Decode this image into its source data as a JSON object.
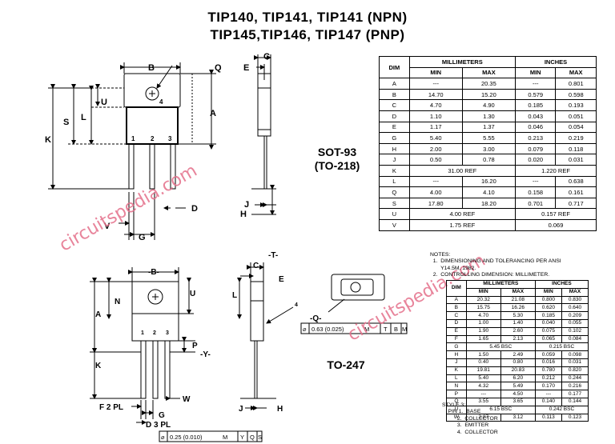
{
  "title_line1": "TIP140, TIP141, TIP141 (NPN)",
  "title_line2": "TIP145,TIP146, TIP147 (PNP)",
  "package1": {
    "name": "SOT-93",
    "alt": "(TO-218)"
  },
  "package2": {
    "name": "TO-247"
  },
  "watermark": "circuitspedia.com",
  "top_drawing_labels": {
    "B": "B",
    "Q": "Q",
    "U": "U",
    "L": "L",
    "S": "S",
    "K": "K",
    "A": "A",
    "V": "V",
    "G": "G",
    "D": "D",
    "C": "C",
    "E": "E",
    "J": "J",
    "H": "H",
    "pin1": "1",
    "pin2": "2",
    "pin3": "3",
    "tab": "4"
  },
  "bottom_drawing_labels": {
    "B": "-B-",
    "N": "N",
    "A": "A",
    "K": "K",
    "U": "U",
    "P": "P",
    "Y": "-Y-",
    "W": "W",
    "F": "F 2 PL",
    "G": "G",
    "D": "D 3 PL",
    "T": "-T-",
    "C": "C",
    "E": "E",
    "L": "L",
    "H": "H",
    "J": "J",
    "Q": "-Q-",
    "pin1": "1",
    "pin2": "2",
    "pin3": "3",
    "tab": "4"
  },
  "tolerance1": {
    "diam": "⌀",
    "value": "0.63 (0.025)",
    "mod": "M",
    "d1": "T",
    "d2": "B",
    "d3": "M"
  },
  "tolerance2": {
    "diam": "⌀",
    "value": "0.25 (0.010)",
    "mod": "M",
    "d1": "Y",
    "d2": "Q",
    "d3": "S"
  },
  "table1": {
    "h_dim": "DIM",
    "h_mm": "MILLIMETERS",
    "h_in": "INCHES",
    "h_min": "MIN",
    "h_max": "MAX",
    "rows": [
      [
        "A",
        "---",
        "20.35",
        "---",
        "0.801"
      ],
      [
        "B",
        "14.70",
        "15.20",
        "0.579",
        "0.598"
      ],
      [
        "C",
        "4.70",
        "4.90",
        "0.185",
        "0.193"
      ],
      [
        "D",
        "1.10",
        "1.30",
        "0.043",
        "0.051"
      ],
      [
        "E",
        "1.17",
        "1.37",
        "0.046",
        "0.054"
      ],
      [
        "G",
        "5.40",
        "5.55",
        "0.213",
        "0.219"
      ],
      [
        "H",
        "2.00",
        "3.00",
        "0.079",
        "0.118"
      ],
      [
        "J",
        "0.50",
        "0.78",
        "0.020",
        "0.031"
      ],
      [
        "K",
        "31.00 REF",
        "",
        "1.220 REF",
        ""
      ],
      [
        "L",
        "---",
        "16.20",
        "---",
        "0.638"
      ],
      [
        "Q",
        "4.00",
        "4.10",
        "0.158",
        "0.161"
      ],
      [
        "S",
        "17.80",
        "18.20",
        "0.701",
        "0.717"
      ],
      [
        "U",
        "4.00 REF",
        "",
        "0.157 REF",
        ""
      ],
      [
        "V",
        "1.75 REF",
        "",
        "0.069",
        ""
      ]
    ]
  },
  "notes": {
    "heading": "NOTES:",
    "n1": "  1.  DIMENSIONING AND TOLERANCING PER ANSI",
    "n1b": "       Y14.5M, 1982.",
    "n2": "  2.  CONTROLLING DIMENSION: MILLIMETER."
  },
  "table2": {
    "h_dim": "DIM",
    "h_mm": "MILLIMETERS",
    "h_in": "INCHES",
    "h_min": "MIN",
    "h_max": "MAX",
    "rows": [
      [
        "A",
        "20.32",
        "21.08",
        "0.800",
        "0.830"
      ],
      [
        "B",
        "15.75",
        "16.26",
        "0.620",
        "0.640"
      ],
      [
        "C",
        "4.70",
        "5.30",
        "0.185",
        "0.209"
      ],
      [
        "D",
        "1.00",
        "1.40",
        "0.040",
        "0.055"
      ],
      [
        "E",
        "1.90",
        "2.60",
        "0.075",
        "0.102"
      ],
      [
        "F",
        "1.65",
        "2.13",
        "0.065",
        "0.084"
      ],
      [
        "G",
        "5.45 BSC",
        "",
        "0.215 BSC",
        ""
      ],
      [
        "H",
        "1.50",
        "2.49",
        "0.059",
        "0.098"
      ],
      [
        "J",
        "0.40",
        "0.80",
        "0.016",
        "0.031"
      ],
      [
        "K",
        "19.81",
        "20.83",
        "0.780",
        "0.820"
      ],
      [
        "L",
        "5.40",
        "6.20",
        "0.212",
        "0.244"
      ],
      [
        "N",
        "4.32",
        "5.49",
        "0.170",
        "0.216"
      ],
      [
        "P",
        "---",
        "4.50",
        "---",
        "0.177"
      ],
      [
        "Q",
        "3.55",
        "3.65",
        "0.140",
        "0.144"
      ],
      [
        "U",
        "6.15 BSC",
        "",
        "0.242 BSC",
        ""
      ],
      [
        "W",
        "2.87",
        "3.12",
        "0.113",
        "0.123"
      ]
    ]
  },
  "style": {
    "s0": "STYLE 3:",
    "s1": "    PIN 1.  BASE",
    "s2": "          2.  COLLECTOR",
    "s3": "          3.  EMITTER",
    "s4": "          4.  COLLECTOR"
  }
}
